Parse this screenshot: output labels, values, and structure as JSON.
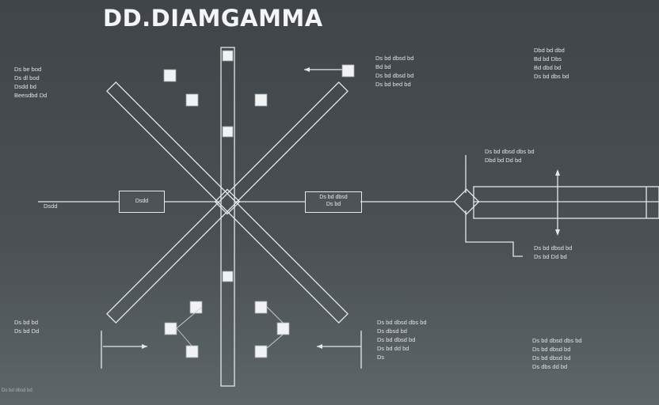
{
  "title": "DD.DIAMGAMMA",
  "notes": {
    "top_left": "Ds be bod\nDs dl bod\nDsdd bd\nBeesdbd Dd",
    "top_center": "Ds bd dbsd bd\nBd bd\nDs bd dbsd bd\nDs bd bed bd",
    "top_right": "Dbd bd dbd\nBd bd Dbs\nBd dbd bd\nDs bd dbs bd",
    "mid_right": "Ds bd dbsd dbs bd\nDbd bd Dd bd",
    "lower_right": "Ds bd dbsd bd\nDs bd Dd bd",
    "bottom_left": "Ds bd bd\nDs bd Dd",
    "bottom_center": "Ds bd dbsd dbs bd\nDs dbsd bd\nDs bd dbsd bd\nDs bd dd bd\nDs",
    "bottom_right": "Ds bd dbsd dbs bd\nDs bd dbsd bd\nDs bd dbsd bd\nDs dbs dd bd",
    "left_label": "Dsdd"
  },
  "boxes": {
    "left_box": "Dsdd",
    "center_box": "Ds bd dbsd\nDs bd"
  },
  "footer": "Ds bd dbsd bd"
}
